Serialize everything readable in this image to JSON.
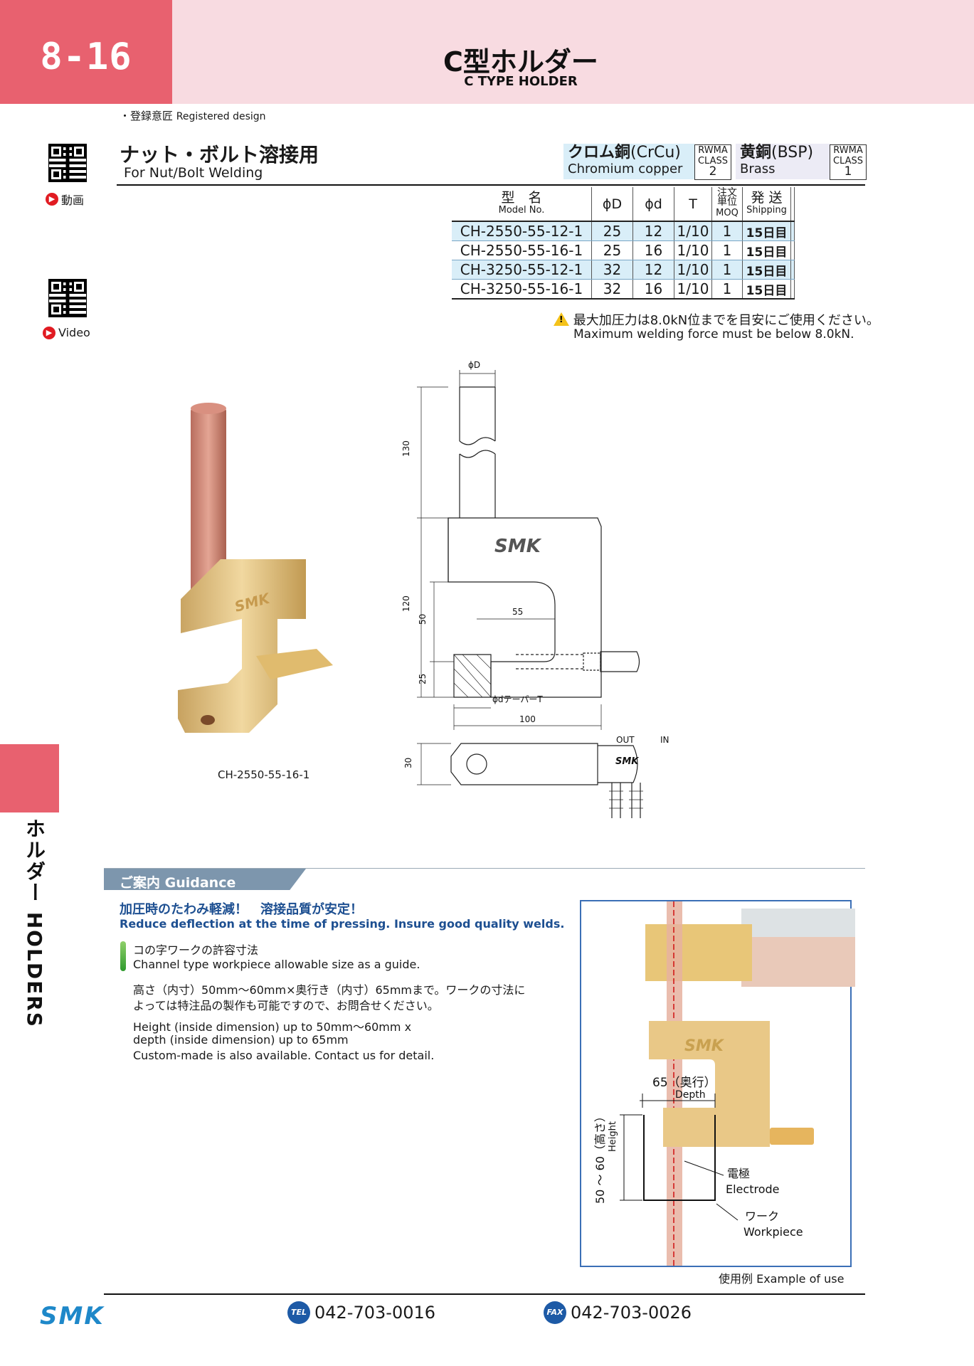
{
  "header": {
    "page_number": "8-16",
    "title_ja": "C型ホルダー",
    "title_en": "C TYPE HOLDER"
  },
  "registered": {
    "label_ja": "・登録意匠",
    "label_en": "Registered design"
  },
  "side_tab": {
    "label": "ホルダー HOLDERS"
  },
  "video": {
    "label_ja": "動画",
    "label_en": "Video"
  },
  "section": {
    "title_ja": "ナット・ボルト溶接用",
    "title_en": "For Nut/Bolt Welding"
  },
  "materials": [
    {
      "name_ja": "クロム銅",
      "abbr": "(CrCu)",
      "name_en": "Chromium copper",
      "class_label": "RWMA CLASS",
      "class": "2"
    },
    {
      "name_ja": "黄銅",
      "abbr": "(BSP)",
      "name_en": "Brass",
      "class_label": "RWMA CLASS",
      "class": "1"
    }
  ],
  "table": {
    "headers": {
      "model_ja": "型　名",
      "model_en": "Model No.",
      "phiD": "ϕD",
      "phid": "ϕd",
      "T": "T",
      "moq_ja": "注文単位",
      "moq_en": "MOQ",
      "ship_ja": "発 送",
      "ship_en": "Shipping"
    },
    "rows": [
      {
        "model": "CH-2550-55-12-1",
        "phiD": "25",
        "phid": "12",
        "T": "1/10",
        "moq": "1",
        "ship": "15日目"
      },
      {
        "model": "CH-2550-55-16-1",
        "phiD": "25",
        "phid": "16",
        "T": "1/10",
        "moq": "1",
        "ship": "15日目"
      },
      {
        "model": "CH-3250-55-12-1",
        "phiD": "32",
        "phid": "12",
        "T": "1/10",
        "moq": "1",
        "ship": "15日目"
      },
      {
        "model": "CH-3250-55-16-1",
        "phiD": "32",
        "phid": "16",
        "T": "1/10",
        "moq": "1",
        "ship": "15日目"
      }
    ]
  },
  "warning": {
    "ja": "最大加圧力は8.0kN位までを目安にご使用ください。",
    "en": "Maximum welding force must be below 8.0kN."
  },
  "product_photo_caption": "CH-2550-55-16-1",
  "drawing": {
    "phiD": "ϕD",
    "dim_130": "130",
    "dim_120": "120",
    "dim_50": "50",
    "dim_25": "25",
    "dim_55": "55",
    "dim_100": "100",
    "dim_30": "30",
    "taper": "ϕdテーパーT",
    "out": "OUT",
    "in": "IN",
    "brand": "SMK"
  },
  "guidance": {
    "tab": "ご案内 Guidance",
    "headline_ja": "加圧時のたわみ軽減！　溶接品質が安定！",
    "headline_en": "Reduce deflection at the time of pressing. Insure good quality welds.",
    "item_title_ja": "コの字ワークの許容寸法",
    "item_title_en": "Channel type workpiece allowable size as a guide.",
    "body_ja_1": "高さ（内寸）50mm〜60mm×奥行き（内寸）65mmまで。ワークの寸法に",
    "body_ja_2": "よっては特注品の製作も可能ですので、お問合せください。",
    "body_en_1": "Height (inside dimension) up to 50mm〜60mm x",
    "body_en_2": "depth (inside dimension) up to 65mm",
    "body_en_3": "Custom-made is also available. Contact us for detail."
  },
  "usage": {
    "depth_ja": "65（奥行）",
    "depth_en": "Depth",
    "height_ja": "50 〜 60（高さ）",
    "height_en": "Height",
    "electrode_ja": "電極",
    "electrode_en": "Electrode",
    "work_ja": "ワーク",
    "work_en": "Workpiece",
    "caption": "使用例 Example of use"
  },
  "footer": {
    "logo": "SMK",
    "tel_badge": "TEL",
    "tel": "042-703-0016",
    "fax_badge": "FAX",
    "fax": "042-703-0026"
  },
  "colors": {
    "accent_pink": "#e8616f",
    "header_band": "#f8dbe1",
    "table_highlight": "#d9eef8",
    "guidance_blue": "#1d4f91"
  }
}
